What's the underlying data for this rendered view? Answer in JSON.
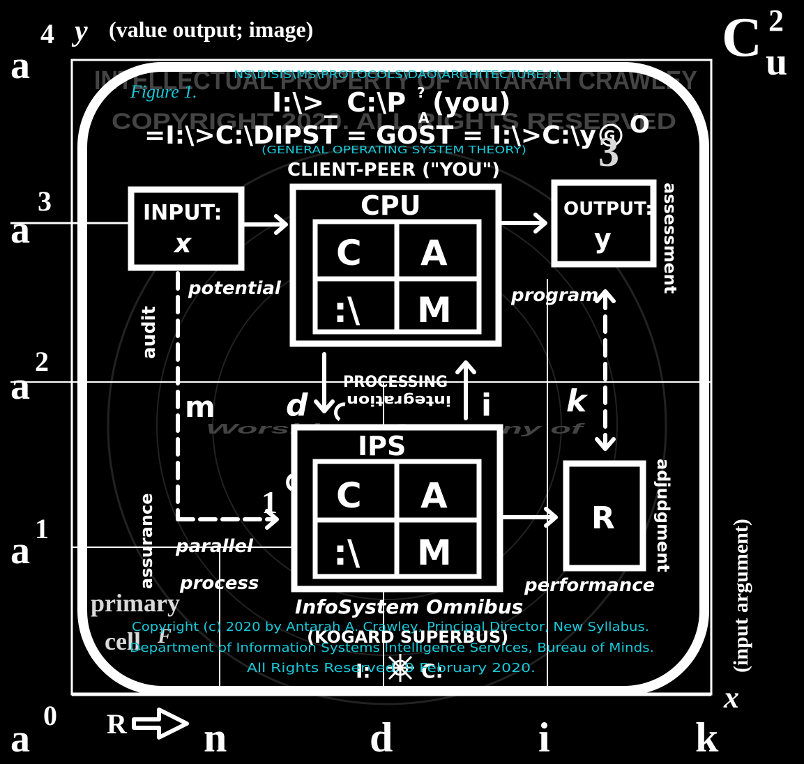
{
  "colors": {
    "background": "#000000",
    "ink": "#ffffff",
    "accent": "#18c8d8",
    "grid": "#ffffff",
    "watermark": "#444444"
  },
  "axes": {
    "y_symbol": "y",
    "y_title": "(value output; image)",
    "y_top_index": "4",
    "y_levels": [
      "a",
      "a",
      "a",
      "a",
      "a"
    ],
    "y_exponents": [
      "0",
      "1",
      "2",
      "3"
    ],
    "x_symbol": "x",
    "x_title": "(input argument)",
    "x_ticks": [
      "n",
      "d",
      "i",
      "k"
    ],
    "x_origin": "R",
    "corner_letter": "C",
    "corner_sup": "2",
    "corner_sub": "u",
    "primary_cell_1": "primary",
    "primary_cell_2": "cell",
    "primary_cell_F": "F"
  },
  "header": {
    "path": "NS\\DISIS\\MS\\PROTOCOLS\\DAO\\ARCHITECTURE.I:\\",
    "figure": "Figure 1.",
    "line1": "I:\\>_ C:\\P",
    "line1_sup": "?",
    "line1_sub": "A",
    "line1_you": "(you)",
    "line2": "=I:\\>C:\\DIPST = GOST = I:\\>C:\\y",
    "line2_circled": "G",
    "line2_degree": "O",
    "line2_three": "3",
    "gost_caption": "(GENERAL OPERATING SYSTEM THEORY)",
    "client_peer": "CLIENT-PEER (\"YOU\")",
    "watermark_top": "INTELLECTUAL PROPERTY OF ANTARAH CRAWLEY",
    "watermark_second": "COPYRIGHT 2020. ALL RIGHTS RESERVED",
    "watermark_motto": "Worship ... Company of"
  },
  "diagram": {
    "input_title": "INPUT:",
    "input_var": "x",
    "cpu_title": "CPU",
    "cpu_cells": [
      "C",
      "A",
      ":\\",
      "M"
    ],
    "output_title": "OUTPUT:",
    "output_var": "y",
    "ips_title": "IPS",
    "ips_cells": [
      "C",
      "A",
      ":\\",
      "M"
    ],
    "r_label": "R",
    "processing": "PROCESSING",
    "processing_mirror": "integration",
    "label_potential": "potential",
    "label_program": "program",
    "label_assessment": "assessment",
    "label_audit": "audit",
    "label_m": "m",
    "label_d": "d",
    "label_i": "i",
    "label_k": "k",
    "label_one": "1",
    "label_parallel": "parallel",
    "label_process": "process",
    "label_assurance": "assurance",
    "label_adjudgment": "adjudgment",
    "label_performance": "performance",
    "omnibus": "InfoSystem Omnibus",
    "superbus": "(KOGARD SUPERBUS)",
    "bottom_mark_left": "I:",
    "bottom_mark_right": "C:"
  },
  "copyright": {
    "line1": "Copyright (c) 2020 by Antarah A. Crawley, Principal Director, New Syllabus.",
    "line2": "Department of Information Systems Intelligence Services, Bureau of Minds.",
    "line3": "All Rights Reserved.  9 February 2020."
  }
}
